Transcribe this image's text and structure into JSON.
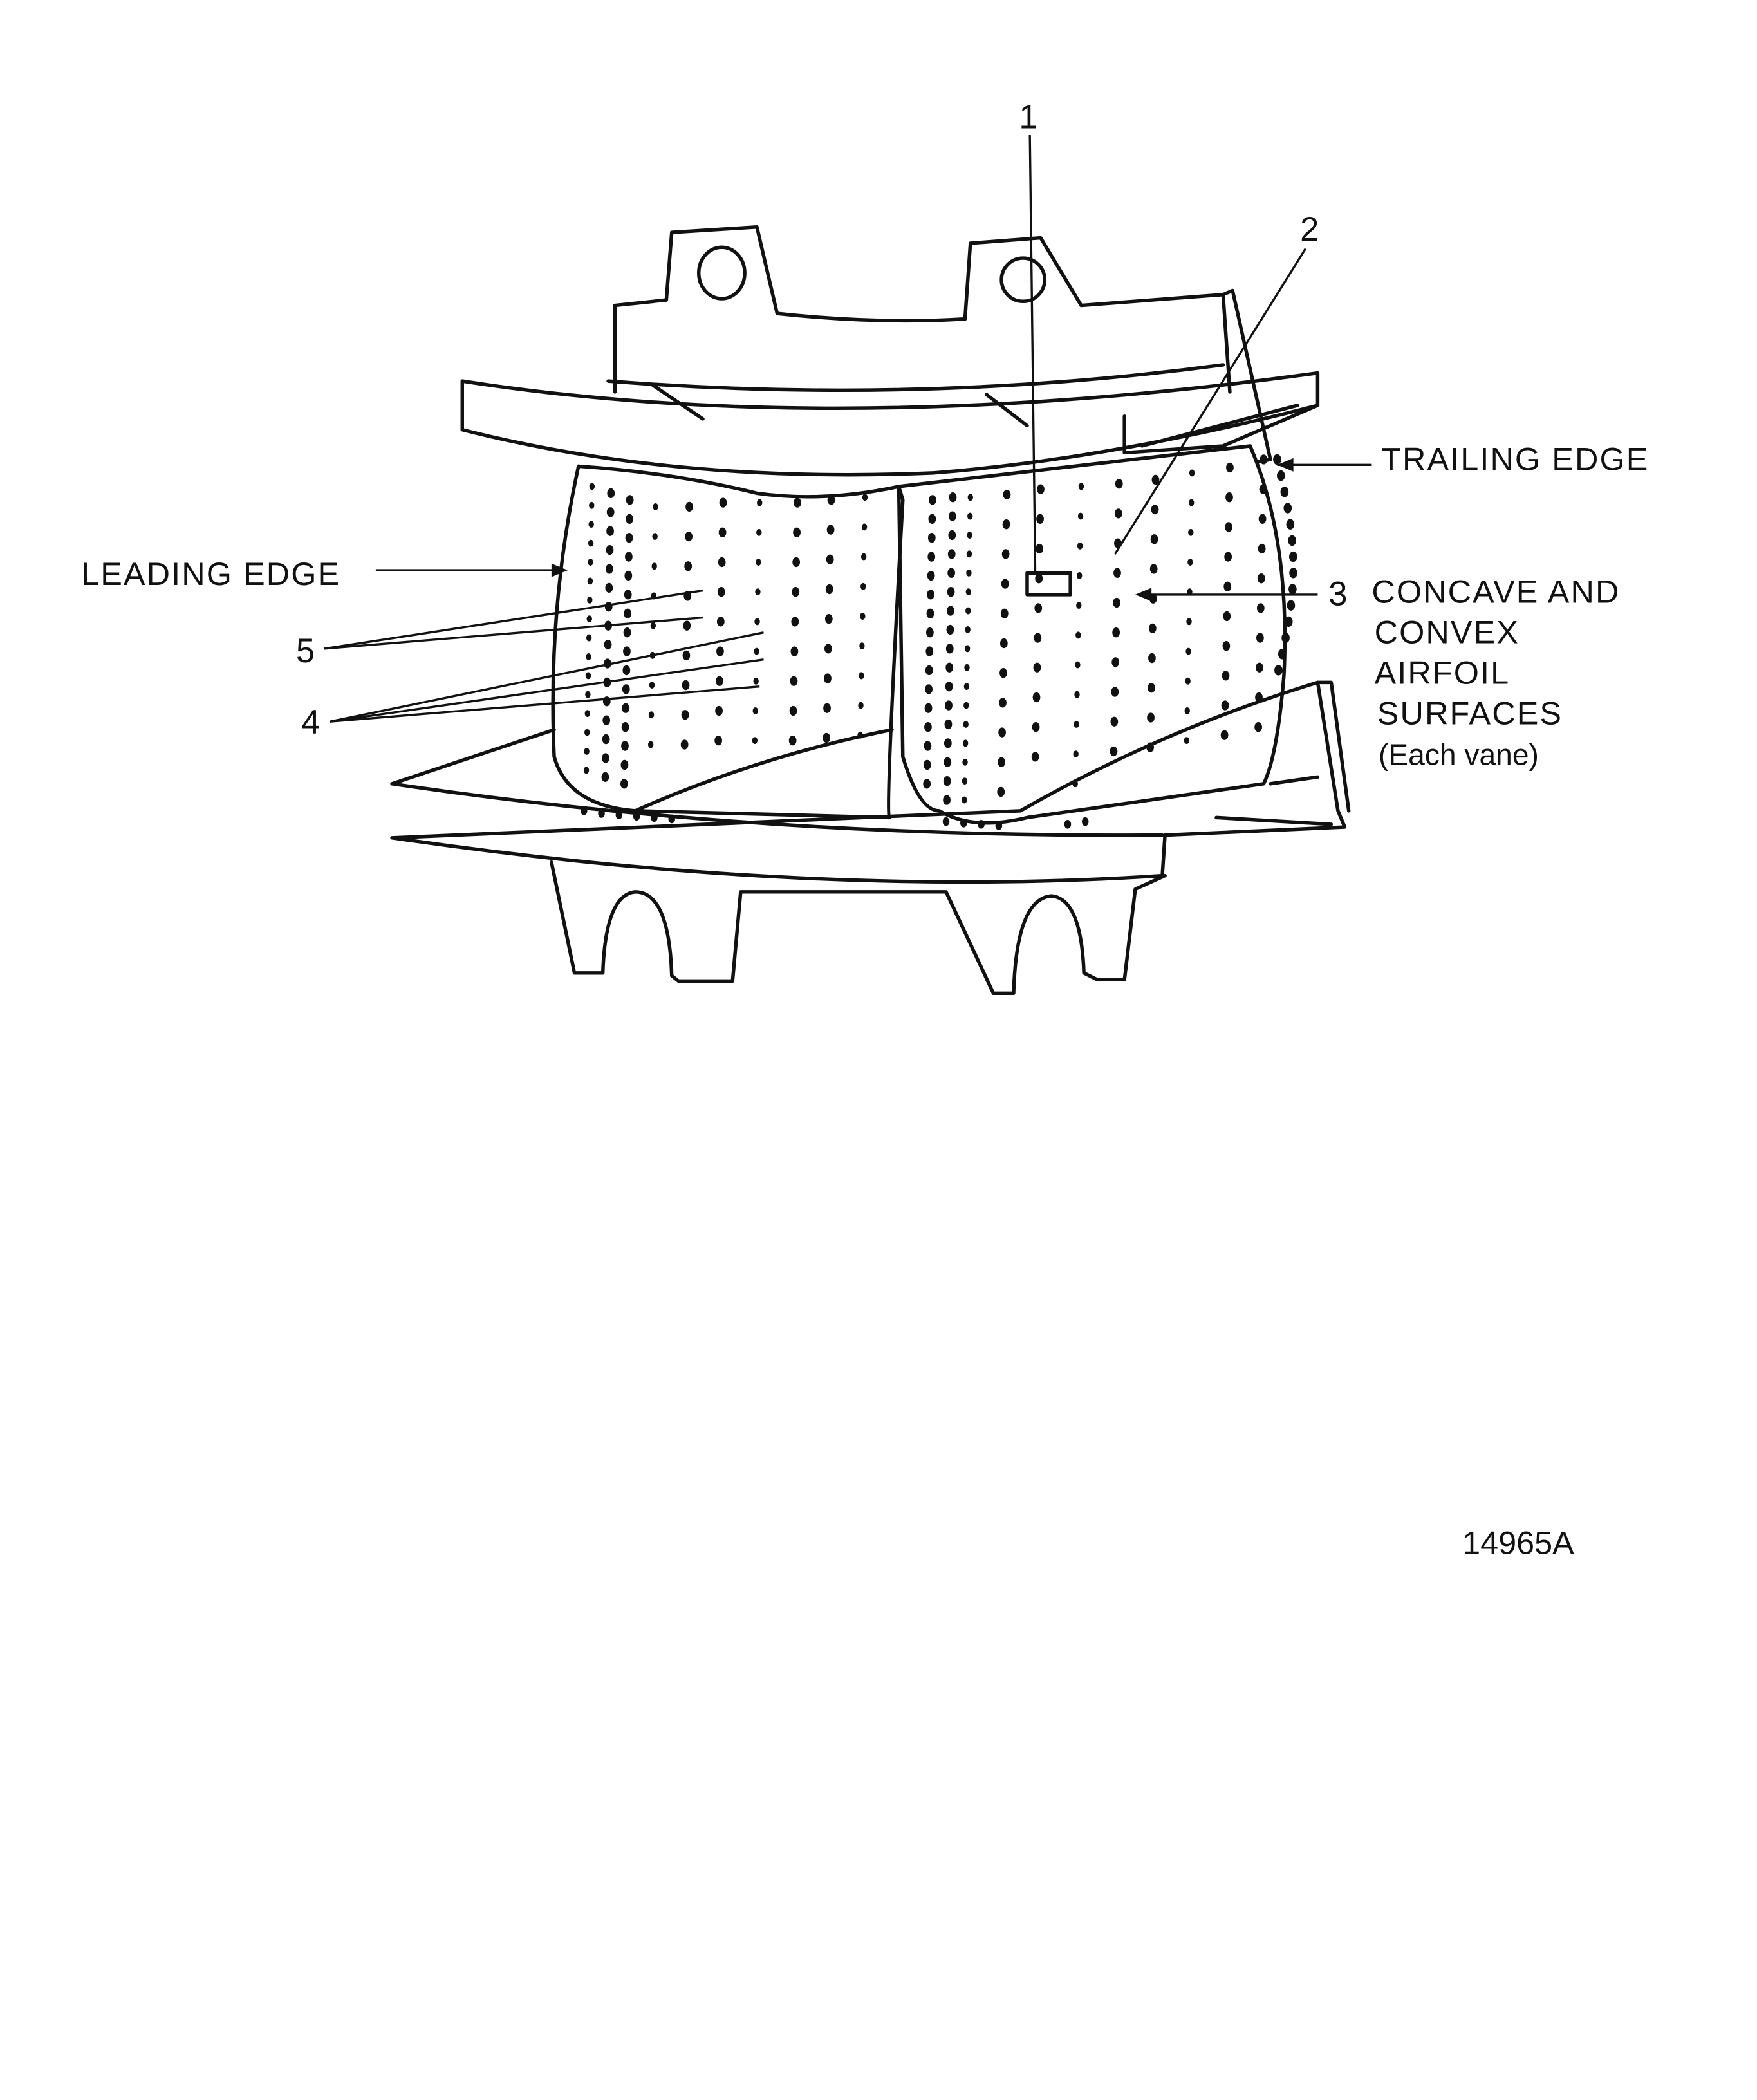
{
  "figure": {
    "callouts": {
      "c1": "1",
      "c2": "2",
      "c3": "3",
      "c4": "4",
      "c5": "5"
    },
    "labels": {
      "trailing_edge": "TRAILING EDGE",
      "leading_edge": "LEADING EDGE",
      "surfaces_line1": "CONCAVE AND",
      "surfaces_line2": "CONVEX",
      "surfaces_line3": "AIRFOIL",
      "surfaces_line4": "SURFACES",
      "surfaces_line5": "(Each vane)"
    },
    "figure_number": "14965A"
  }
}
